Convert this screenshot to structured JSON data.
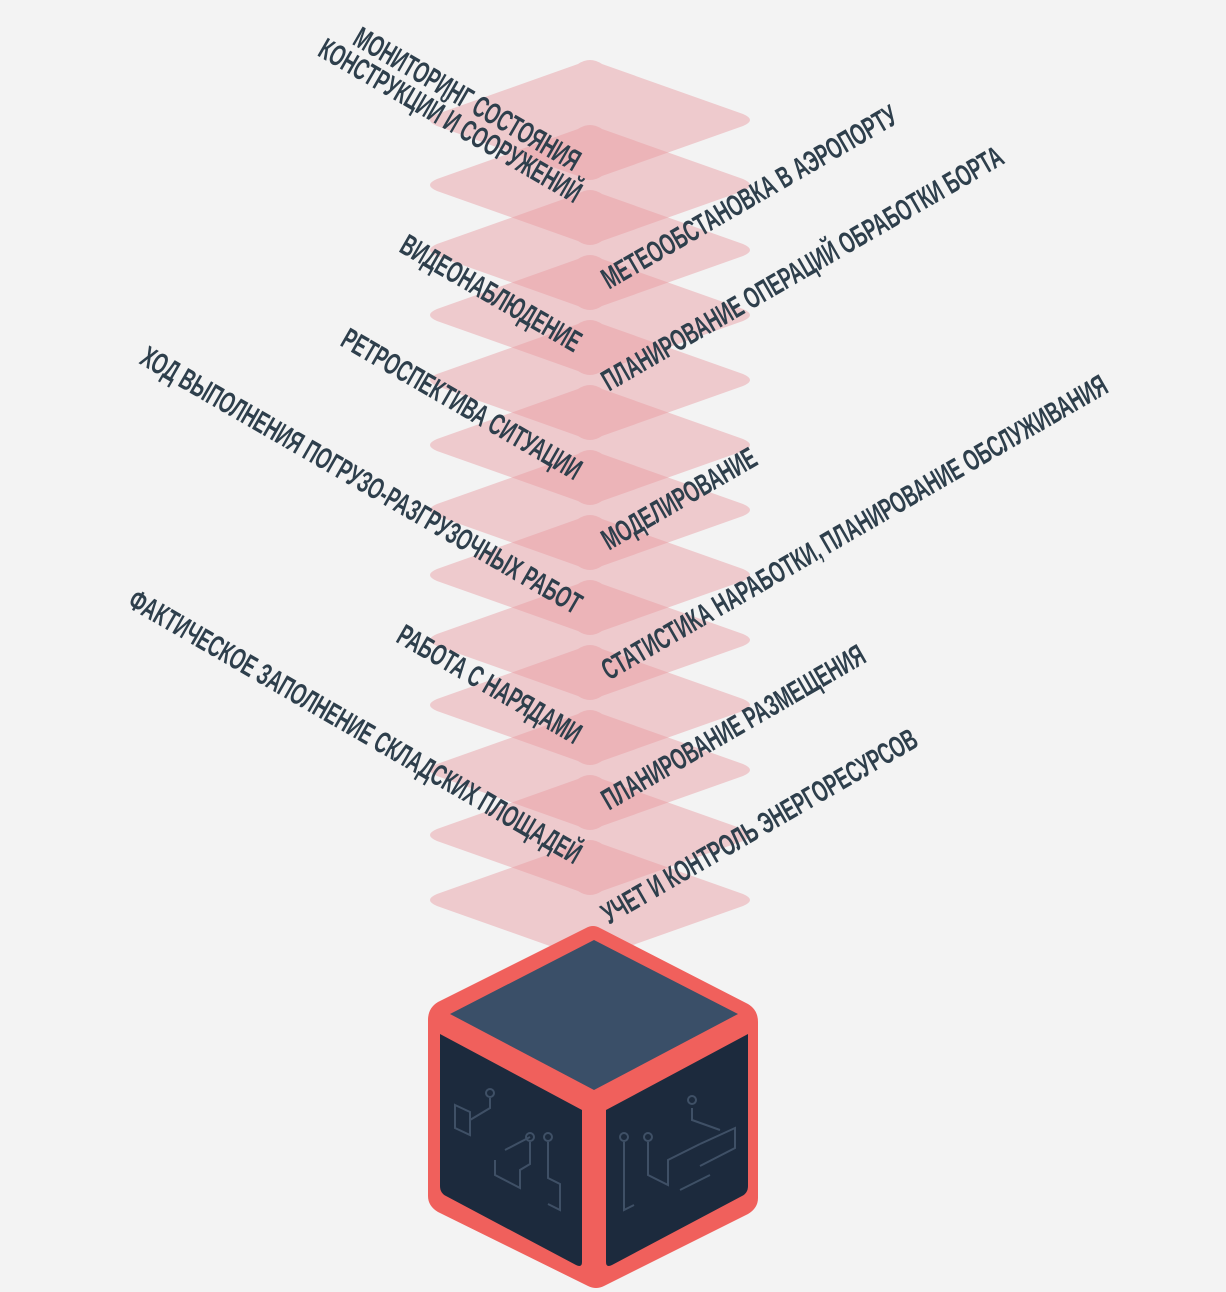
{
  "diagram": {
    "left_labels": [
      "Мониторинг состояния",
      "конструкций и сооружений",
      "Видеонаблюдение",
      "Ретроспектива ситуации",
      "Ход выполнения погрузо-разгрузочных работ",
      "Работа с нарядами",
      "Фактическое заполнение складских площадей"
    ],
    "right_labels": [
      "Метеообстановка в аэропорту",
      "Планирование операций обработки борта",
      "Моделирование",
      "Статистика наработки, планирование обслуживания",
      "Планирование размещения",
      "Учет и контроль энергоресурсов"
    ],
    "layer_count": 13,
    "colors": {
      "layer": "#e89aa0",
      "cube_frame": "#f0605c",
      "cube_top": "#3a4f68",
      "cube_side": "#1c2a3d",
      "label": "#2e3f4c",
      "background": "#f3f3f3"
    },
    "icons": [
      "circuit-icon-left",
      "circuit-icon-right"
    ]
  }
}
